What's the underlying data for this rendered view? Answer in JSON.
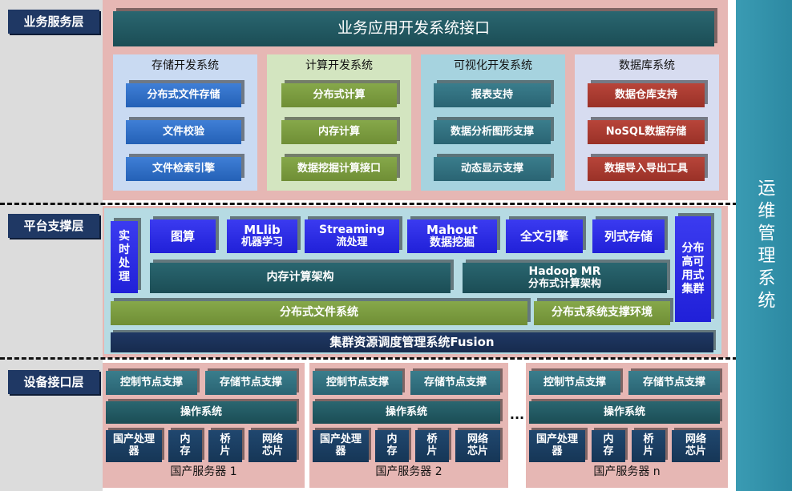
{
  "layers": {
    "business": "业务服务层",
    "platform": "平台支撑层",
    "device": "设备接口层"
  },
  "business": {
    "header": "业务应用开发系统接口",
    "panels": [
      {
        "title": "存储开发系统",
        "items": [
          "分布式文件存储",
          "文件校验",
          "文件检索引擎"
        ]
      },
      {
        "title": "计算开发系统",
        "items": [
          "分布式计算",
          "内存计算",
          "数据挖掘计算接口"
        ]
      },
      {
        "title": "可视化开发系统",
        "items": [
          "报表支持",
          "数据分析图形支撑",
          "动态显示支撑"
        ]
      },
      {
        "title": "数据库系统",
        "items": [
          "数据仓库支持",
          "NoSQL数据存储",
          "数据导入导出工具"
        ]
      }
    ]
  },
  "platform": {
    "realtime": "实时处理",
    "modules": [
      {
        "line1": "图算",
        "line2": ""
      },
      {
        "line1": "MLlib",
        "line2": "机器学习"
      },
      {
        "line1": "Streaming",
        "line2": "流处理"
      },
      {
        "line1": "Mahout",
        "line2": "数据挖掘"
      },
      {
        "line1": "全文引擎",
        "line2": ""
      },
      {
        "line1": "列式存储",
        "line2": ""
      }
    ],
    "cluster_ha": "分布高可用式集群",
    "memory_arch": "内存计算架构",
    "hadoop_line1": "Hadoop MR",
    "hadoop_line2": "分布式计算架构",
    "dfs": "分布式文件系统",
    "dist_env": "分布式系统支撑环境",
    "fusion": "集群资源调度管理系统Fusion"
  },
  "device": {
    "servers": [
      {
        "label": "国产服务器 1"
      },
      {
        "label": "国产服务器 2"
      },
      {
        "label": "国产服务器 n"
      }
    ],
    "control": "控制节点支撑",
    "storage": "存储节点支撑",
    "os": "操作系统",
    "cpu": "国产处理器",
    "memory": "内存",
    "bridge": "桥片",
    "network": "网络芯片",
    "ellipsis": "..."
  },
  "ops": "运维管理系统",
  "colors": {
    "layer_label": "#1f3864",
    "pink_bg": "#e6b7b4",
    "platform_bg": "#b6dbe3",
    "ops_bar": "#2c89a2",
    "header_bar": "#1b4d55"
  }
}
